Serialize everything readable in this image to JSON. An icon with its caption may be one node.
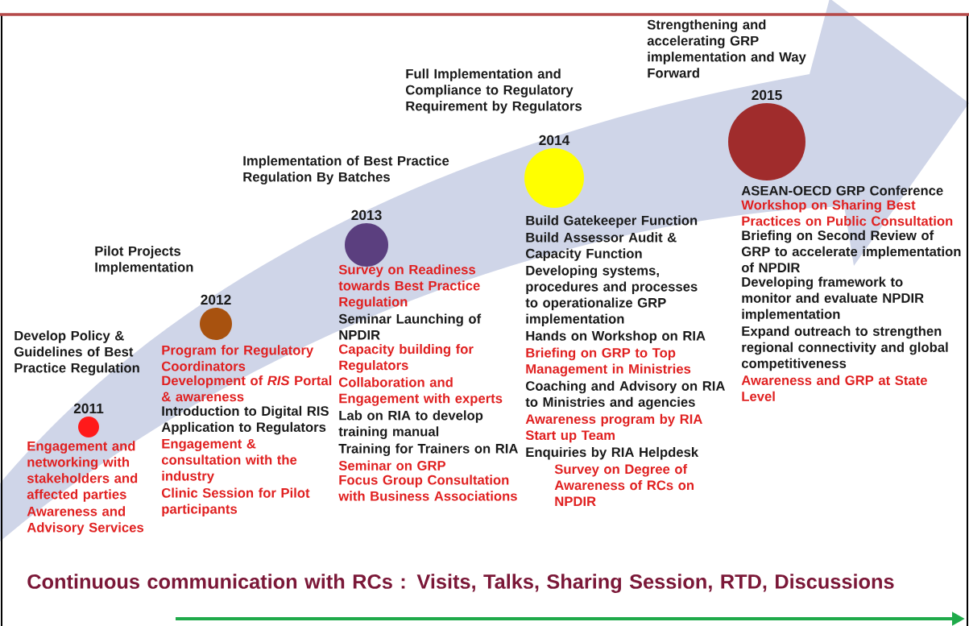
{
  "diagram": {
    "nodes": [
      {
        "text": [
          "2011"
        ],
        "beside": [
          "Develop Policy & Guidelines of Best Practice Regulation",
          "Engagement and networking with stakeholders and affected parties",
          "Awareness and Advisory Services"
        ]
      },
      {
        "text": [
          "2012"
        ],
        "beside": [
          "Pilot Projects Implementation",
          "Program for Regulatory Coordinators",
          "Development of *RIS* Portal & awareness",
          "Introduction to Digital RIS Application to Regulators",
          "Engagement & consultation with the industry",
          "Clinic Session for Pilot participants"
        ]
      },
      {
        "text": [
          "2013"
        ],
        "beside": [
          "Implementation of Best Practice Regulation By Batches",
          "Survey on Readiness towards Best Practice Regulation",
          "Seminar Launching of NPDIR",
          "Capacity building for Regulators",
          "Collaboration and Engagement with experts",
          "Lab on RIA to develop training manual",
          "Training for Trainers on RIA",
          "Seminar on GRP",
          "Focus Group Consultation with Business Associations"
        ]
      },
      {
        "text": [
          "2014"
        ],
        "beside": [
          "Full Implementation and Compliance to Regulatory Requirement by Regulators",
          "Build Gatekeeper Function",
          "Build Assessor Audit & Capacity Function",
          "Developing systems, procedures and processes to operationalize GRP implementation",
          "Hands on Workshop on RIA",
          "Briefing on GRP to Top Management in Ministries",
          "Coaching and Advisory on RIA to Ministries and agencies",
          "Awareness program by RIA Start up Team",
          "Enquiries by RIA Helpdesk",
          "Survey on Degree of Awareness of RCs on NPDIR"
        ]
      },
      {
        "text": [
          "2015"
        ],
        "beside": [
          "Strengthening and accelerating GRP implementation and Way Forward",
          "ASEAN-OECD GRP Conference",
          "Workshop on Sharing Best Practices on Public Consultation",
          "Briefing on Second Review of GRP to accelerate implementation of NPDIR",
          "Developing framework to monitor and evaluate NPDIR implementation",
          "Expand outreach to strengthen regional connectivity and global competitiveness",
          "Awareness and GRP at State Level"
        ]
      }
    ],
    "labels": [
      "Continuous communication with RCs : Visits, Talks, Sharing Session, RTD, Discussions"
    ]
  }
}
